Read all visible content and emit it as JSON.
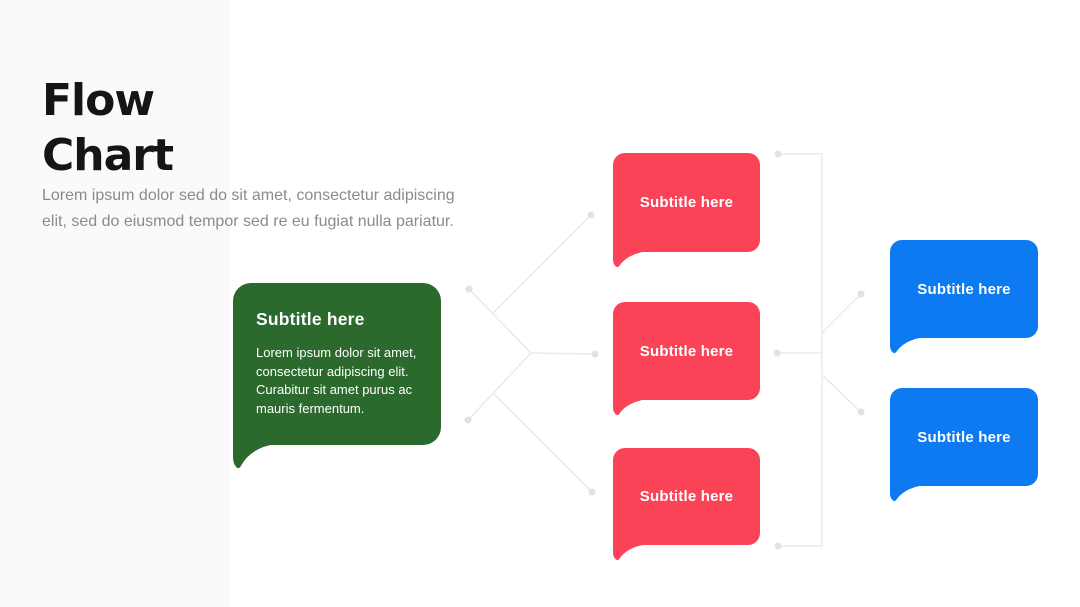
{
  "sidebar": {
    "title_lines": [
      "Flow",
      "Chart"
    ],
    "description": "Lorem ipsum dolor sed do sit amet, consectetur adipiscing elit, sed do eiusmod tempor sed re eu fugiat nulla pariatur."
  },
  "nodes": {
    "root": {
      "title": "Subtitle here",
      "body": "Lorem ipsum dolor sit amet, consectetur adipiscing elit. Curabitur sit amet purus ac mauris fermentum."
    },
    "mid1": {
      "title": "Subtitle here"
    },
    "mid2": {
      "title": "Subtitle here"
    },
    "mid3": {
      "title": "Subtitle here"
    },
    "right1": {
      "title": "Subtitle here"
    },
    "right2": {
      "title": "Subtitle here"
    }
  },
  "colors": {
    "root_green": "#2b692d",
    "mid_red": "#fa4357",
    "right_blue": "#0d7af2",
    "sidebar_bg": "#fafafa",
    "title_text": "#151515",
    "description_text": "#8b8b8b",
    "connector_line": "#eaeaea",
    "connector_dot": "#e2e2e2"
  }
}
